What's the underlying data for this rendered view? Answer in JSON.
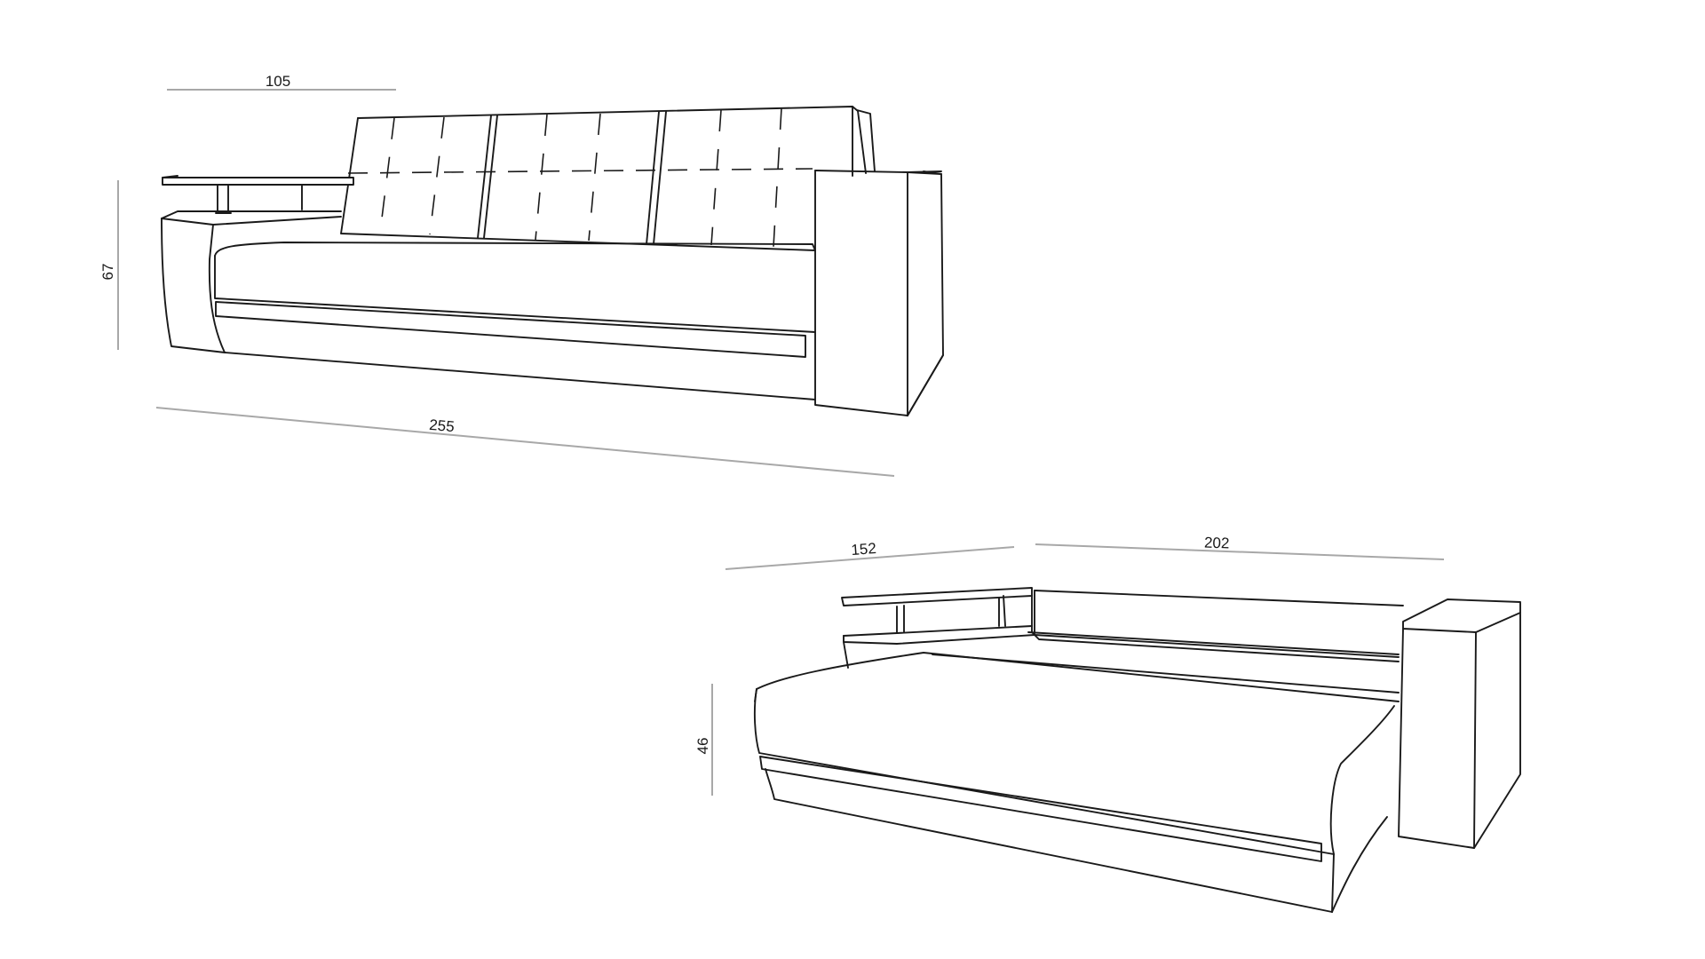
{
  "dimensions": {
    "closed_depth": "105",
    "closed_height": "67",
    "closed_width": "255",
    "bed_depth": "152",
    "bed_length": "202",
    "seat_height": "46"
  },
  "colors": {
    "outline": "#1a1a1a",
    "dimension_line": "#a8a8a8",
    "background": "#ffffff"
  }
}
